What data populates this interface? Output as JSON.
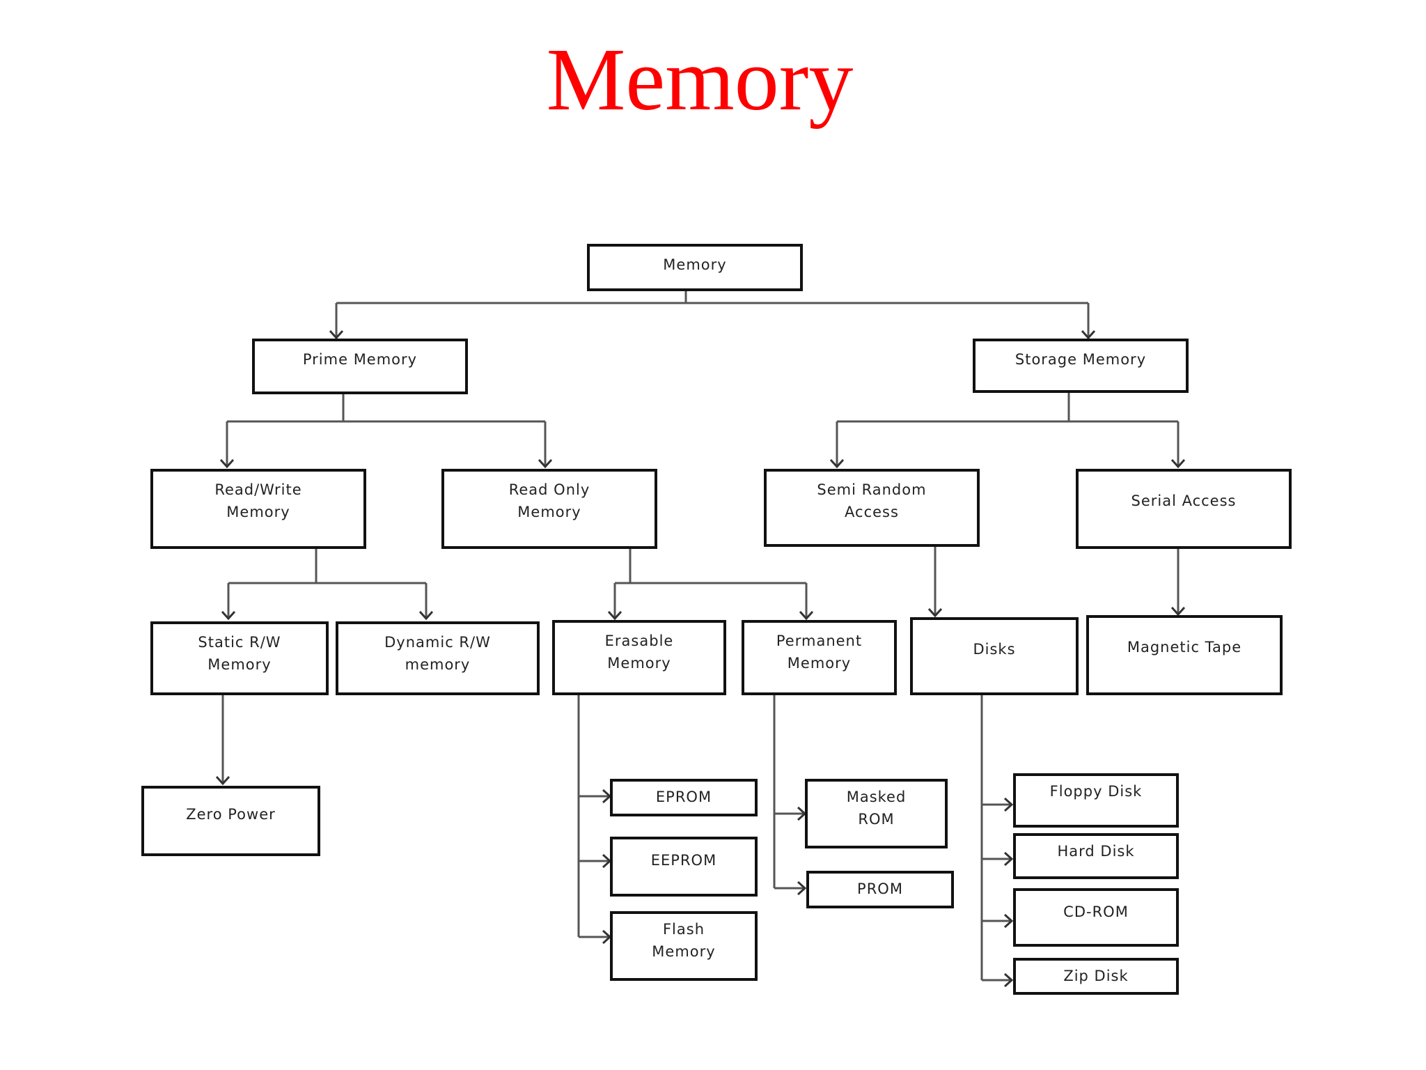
{
  "title": "Memory",
  "colors": {
    "title": "#ff0000",
    "box_border": "#111111",
    "connector": "#555555"
  },
  "nodes": {
    "root": "Memory",
    "prime": "Prime Memory",
    "storage": "Storage Memory",
    "read_write": "Read/Write\nMemory",
    "read_only": "Read Only\nMemory",
    "semi_random": "Semi Random\nAccess",
    "serial": "Serial Access",
    "static_rw": "Static R/W\nMemory",
    "dynamic_rw": "Dynamic R/W\nmemory",
    "erasable": "Erasable\nMemory",
    "permanent": "Permanent\nMemory",
    "disks": "Disks",
    "magnetic_tape": "Magnetic Tape",
    "zero_power": "Zero Power",
    "eprom": "EPROM",
    "eeprom": "EEPROM",
    "flash": "Flash\nMemory",
    "masked_rom": "Masked\nROM",
    "prom": "PROM",
    "floppy": "Floppy Disk",
    "hard_disk": "Hard Disk",
    "cd_rom": "CD-ROM",
    "zip_disk": "Zip Disk"
  }
}
